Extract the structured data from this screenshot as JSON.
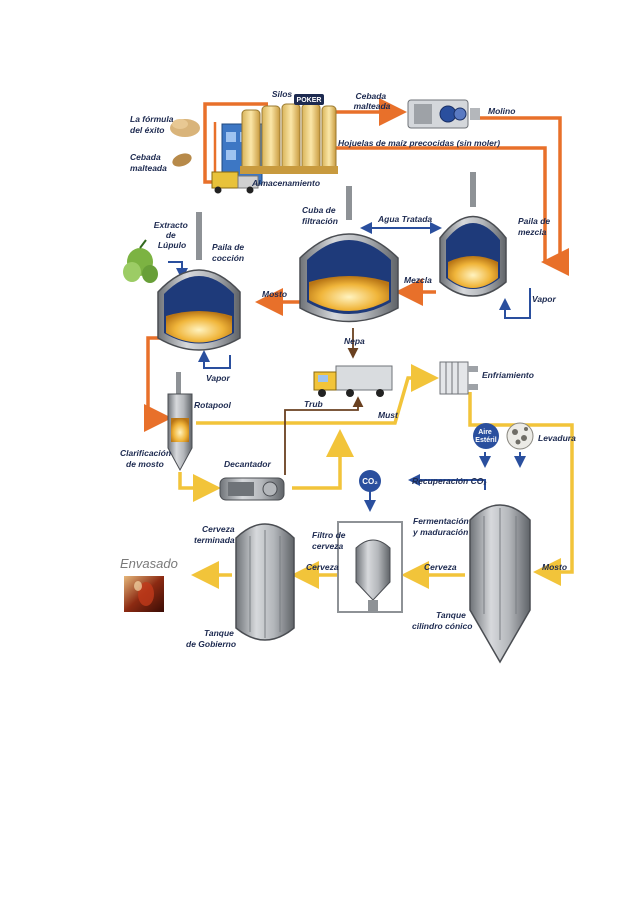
{
  "labels": {
    "formula": [
      "La fórmula",
      "del éxito"
    ],
    "cebada_malteada_left": [
      "Cebada",
      "malteada"
    ],
    "silos": "Silos",
    "poker": "POKER",
    "cebada_malteada_top": [
      "Cebada",
      "malteada"
    ],
    "molino": "Molino",
    "hojuelas": "Hojuelas de maíz precocidas (sin moler)",
    "almacenamiento": "Almacenamiento",
    "cuba_filtracion": [
      "Cuba de",
      "filtración"
    ],
    "agua_tratada": "Agua Tratada",
    "paila_mezcla": [
      "Paila de",
      "mezcla"
    ],
    "extracto_lupulo": [
      "Extracto",
      "de",
      "Lúpulo"
    ],
    "paila_coccion": [
      "Paila de",
      "cocción"
    ],
    "mosto_1": "Mosto",
    "mezcla": "Mezcla",
    "vapor_right": "Vapor",
    "nepa": "Nepa",
    "vapor_left": "Vapor",
    "enfriamiento": "Enfriamiento",
    "rotapool": "Rotapool",
    "trub": "Trub",
    "must": "Must",
    "aire_esteril": [
      "Aire",
      "Estéril"
    ],
    "levadura": "Levadura",
    "clarificacion": [
      "Clarificación",
      "de mosto"
    ],
    "decantador": "Decantador",
    "co2": "CO₂",
    "recuperacion_co2": "Recuperación CO₂",
    "cerveza_terminada": [
      "Cerveza",
      "terminada"
    ],
    "filtro_cerveza": [
      "Filtro de",
      "cerveza"
    ],
    "fermentacion": [
      "Fermentación",
      "y maduración"
    ],
    "envasado": "Envasado",
    "cerveza_1": "Cerveza",
    "cerveza_2": "Cerveza",
    "mosto_2": "Mosto",
    "tanque_gobierno": [
      "Tanque",
      "de Gobierno"
    ],
    "tanque_cilindro": [
      "Tanque",
      "cilindro cónico"
    ]
  },
  "colors": {
    "orange_flow": "#e8702a",
    "yellow_flow": "#f2c43a",
    "blue_flow": "#2a4f9e",
    "brown_flow": "#6a4020",
    "tank_gray": "#9a9da2",
    "label_navy": "#1d2a50"
  }
}
